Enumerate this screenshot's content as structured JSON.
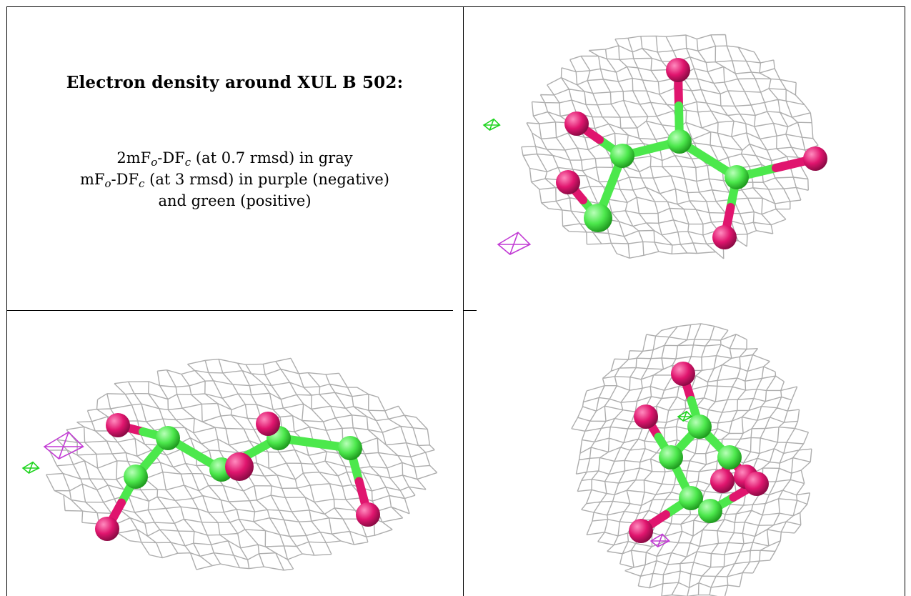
{
  "caption": {
    "title": "Electron density around XUL B 502:",
    "line1": {
      "pre": "2mF",
      "sub1": "o",
      "mid": "-DF",
      "sub2": "c",
      "post": " (at 0.7 rmsd) in gray"
    },
    "line2": {
      "pre": "mF",
      "sub1": "o",
      "mid": "-DF",
      "sub2": "c",
      "post": " (at 3 rmsd) in purple (negative)"
    },
    "line3": "and green (positive)"
  },
  "colors": {
    "mesh": "#a9a9a9",
    "carbon": "#4ce84c",
    "oxygen": "#e0156e",
    "negative": "#c23bd4",
    "positive": "#1ed41e"
  },
  "panels": [
    {
      "view": "top-right",
      "atoms": [
        "C",
        "C",
        "C",
        "C",
        "C",
        "O",
        "O",
        "O",
        "O",
        "O"
      ]
    },
    {
      "view": "bottom-left",
      "atoms": [
        "C",
        "C",
        "C",
        "C",
        "C",
        "O",
        "O",
        "O",
        "O",
        "O"
      ]
    },
    {
      "view": "bottom-right",
      "atoms": [
        "C",
        "C",
        "C",
        "C",
        "C",
        "O",
        "O",
        "O",
        "O",
        "O"
      ]
    }
  ]
}
